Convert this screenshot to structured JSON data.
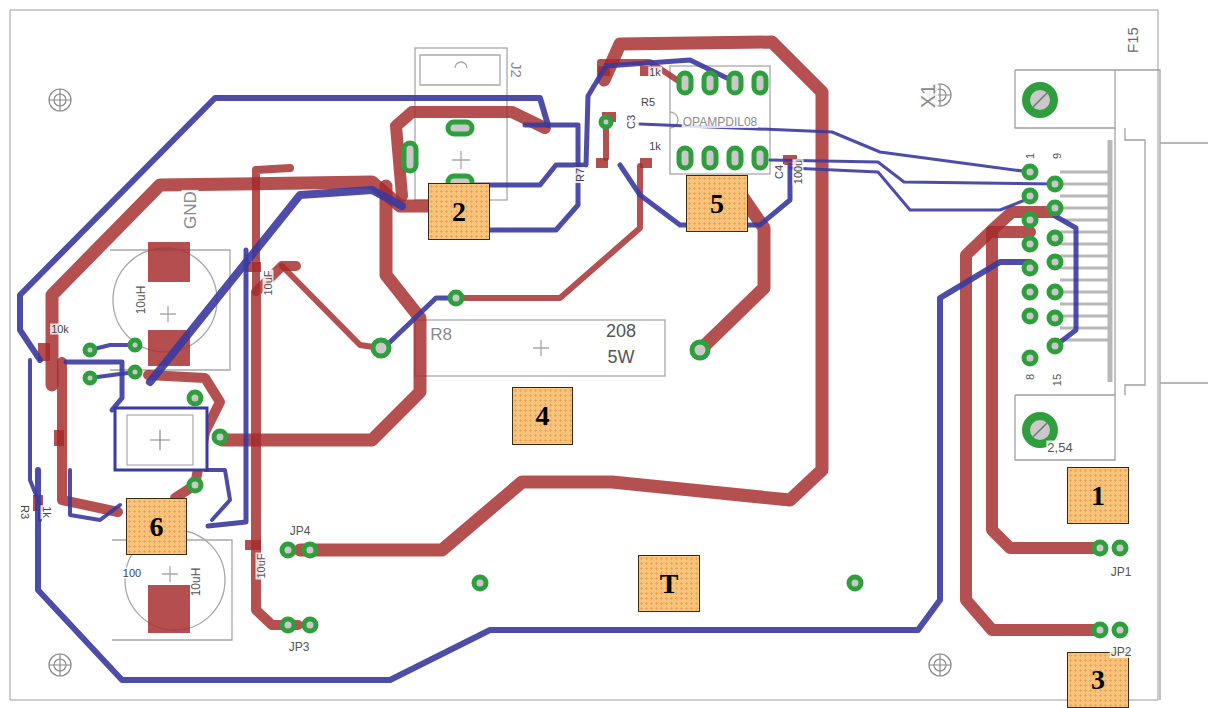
{
  "diagram": {
    "nodes": [
      {
        "text": [
          "2"
        ]
      },
      {
        "text": [
          "5"
        ]
      },
      {
        "text": [
          "4"
        ]
      },
      {
        "text": [
          "1"
        ]
      },
      {
        "text": [
          "6"
        ]
      },
      {
        "text": [
          "T"
        ]
      },
      {
        "text": [
          "3"
        ]
      }
    ],
    "labels": [
      "J2",
      "X1",
      "F15",
      "1",
      "9",
      "8",
      "15",
      "2,54",
      "GND",
      "OPAMPDIL08",
      "C3",
      "C4",
      "100u",
      "R8",
      "208",
      "5W",
      "10uF",
      "10uF",
      "10uH",
      "10uH",
      "10k",
      "R3",
      "1k",
      "JP1",
      "JP2",
      "JP3",
      "JP4",
      "1k",
      "R5",
      "R7",
      "1k",
      "100"
    ]
  }
}
